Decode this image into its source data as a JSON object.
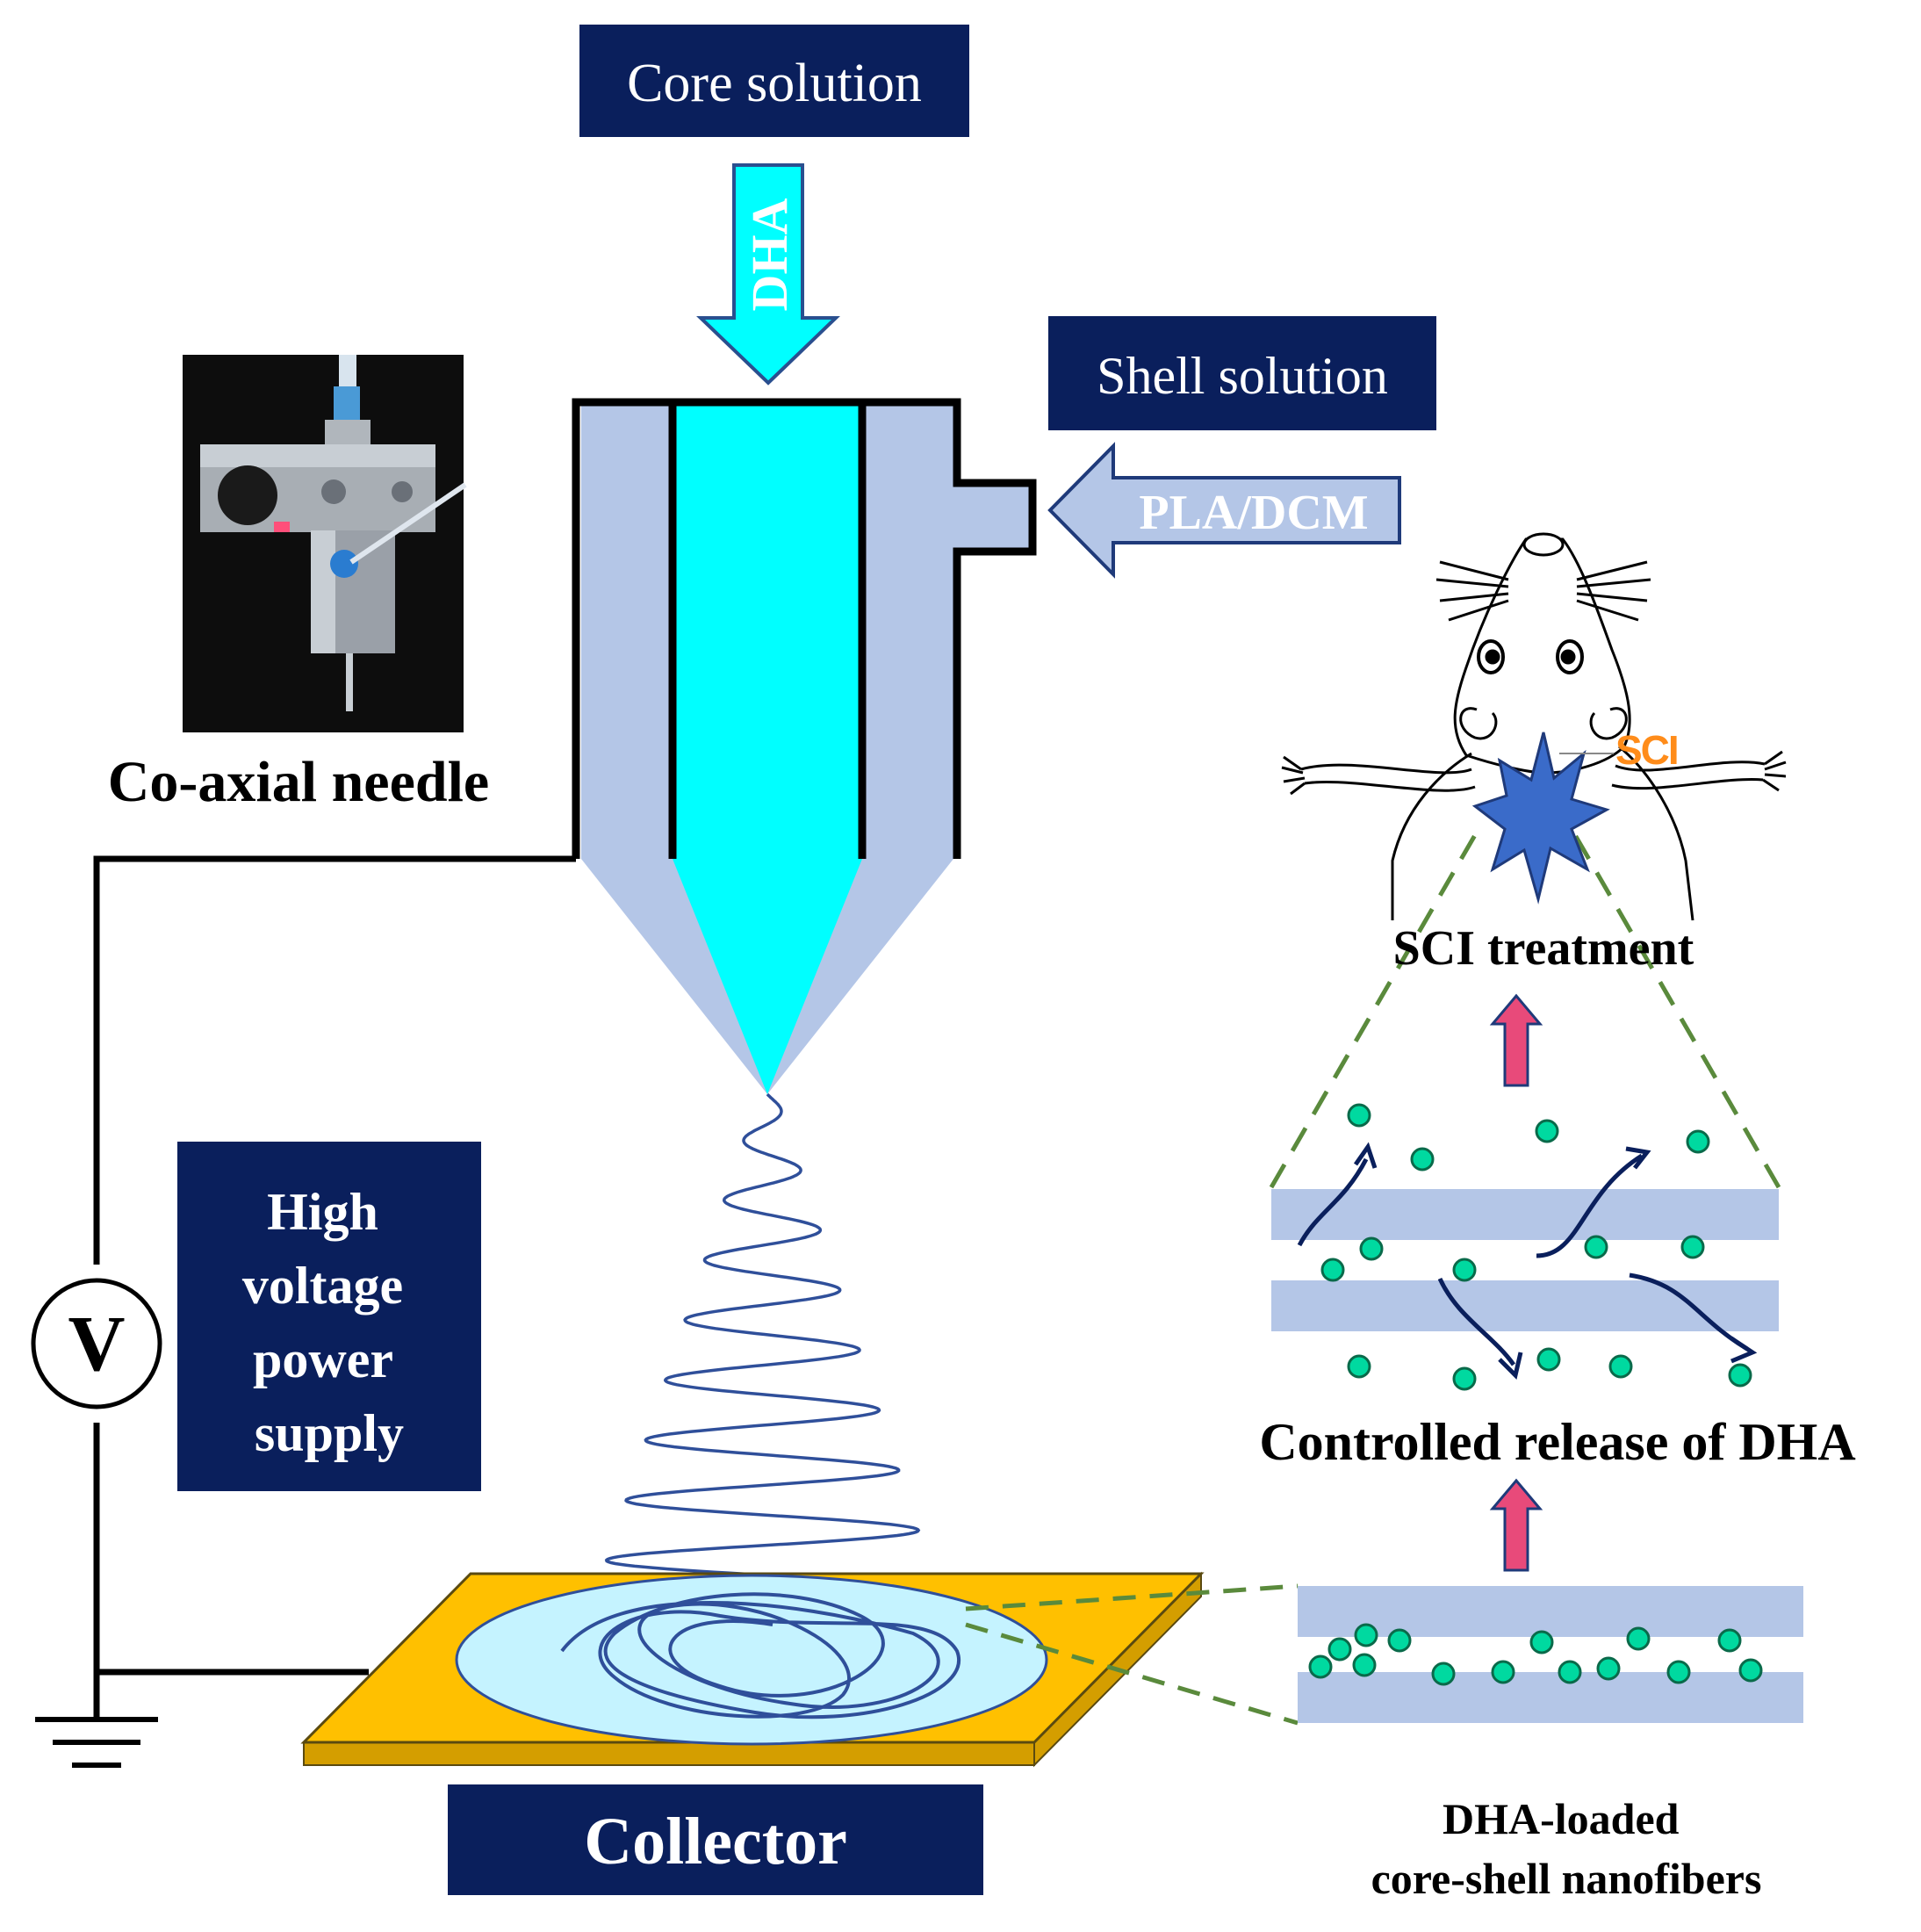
{
  "labels": {
    "core_solution": "Core solution",
    "core_arrow": "DHA",
    "shell_solution": "Shell solution",
    "shell_arrow": "PLA/DCM",
    "photo_caption": "Co-axial needle",
    "power_supply_lines": [
      "High",
      "voltage",
      "power",
      "supply"
    ],
    "voltmeter": "V",
    "collector": "Collector",
    "sci_tag": "SCI",
    "sci_treatment": "SCI treatment",
    "controlled_release": "Controlled release of DHA",
    "nanofibers_lines": [
      "DHA-loaded",
      "core-shell nanofibers"
    ]
  },
  "colors": {
    "navy": "#0a1f5c",
    "core_cyan": "#00ffff",
    "shell_lavender": "#b4c6e7",
    "collector_gold": "#ffc000",
    "fiber_blue": "#2f4f9a",
    "dash_green": "#5a8a3c",
    "particle_green": "#00d9a0",
    "sci_orange": "#ff8c1a",
    "injury_blue": "#3a6bc9"
  }
}
